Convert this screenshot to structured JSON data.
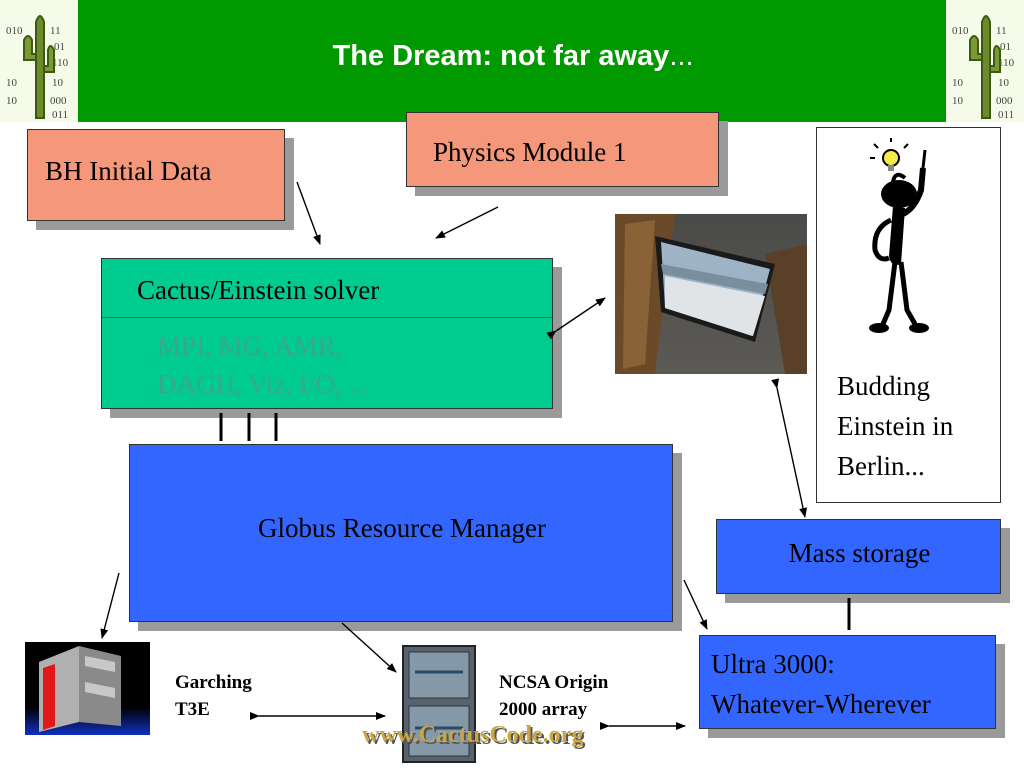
{
  "slide": {
    "title": "The Dream:  not far away",
    "title_suffix": "..."
  },
  "boxes": {
    "bh_initial_data": "BH Initial Data",
    "physics_module": "Physics Module 1",
    "solver_title": "Cactus/Einstein solver",
    "solver_line1": "MPI, MG, AMR,",
    "solver_line2": "DAGH, Viz, I/O, ...",
    "globus": "Globus Resource Manager",
    "mass_storage": "Mass storage",
    "ultra_line1": "Ultra 3000:",
    "ultra_line2": "Whatever-Wherever",
    "einstein_line1": "Budding",
    "einstein_line2": "Einstein in",
    "einstein_line3": "Berlin..."
  },
  "labels": {
    "garching_line1": "Garching",
    "garching_line2": "T3E",
    "ncsa_line1": "NCSA Origin",
    "ncsa_line2": "2000 array",
    "website": "www.CactusCode.org"
  },
  "logo_digits": {
    "left_col": [
      "010",
      "",
      "10",
      "10"
    ],
    "right_col": [
      "11",
      "01",
      "110",
      "000",
      "011"
    ]
  },
  "colors": {
    "header_green": "#009900",
    "salmon": "#f4977b",
    "teal": "#00cc8f",
    "blue": "#3366ff",
    "shadow": "#9a9a9a"
  }
}
